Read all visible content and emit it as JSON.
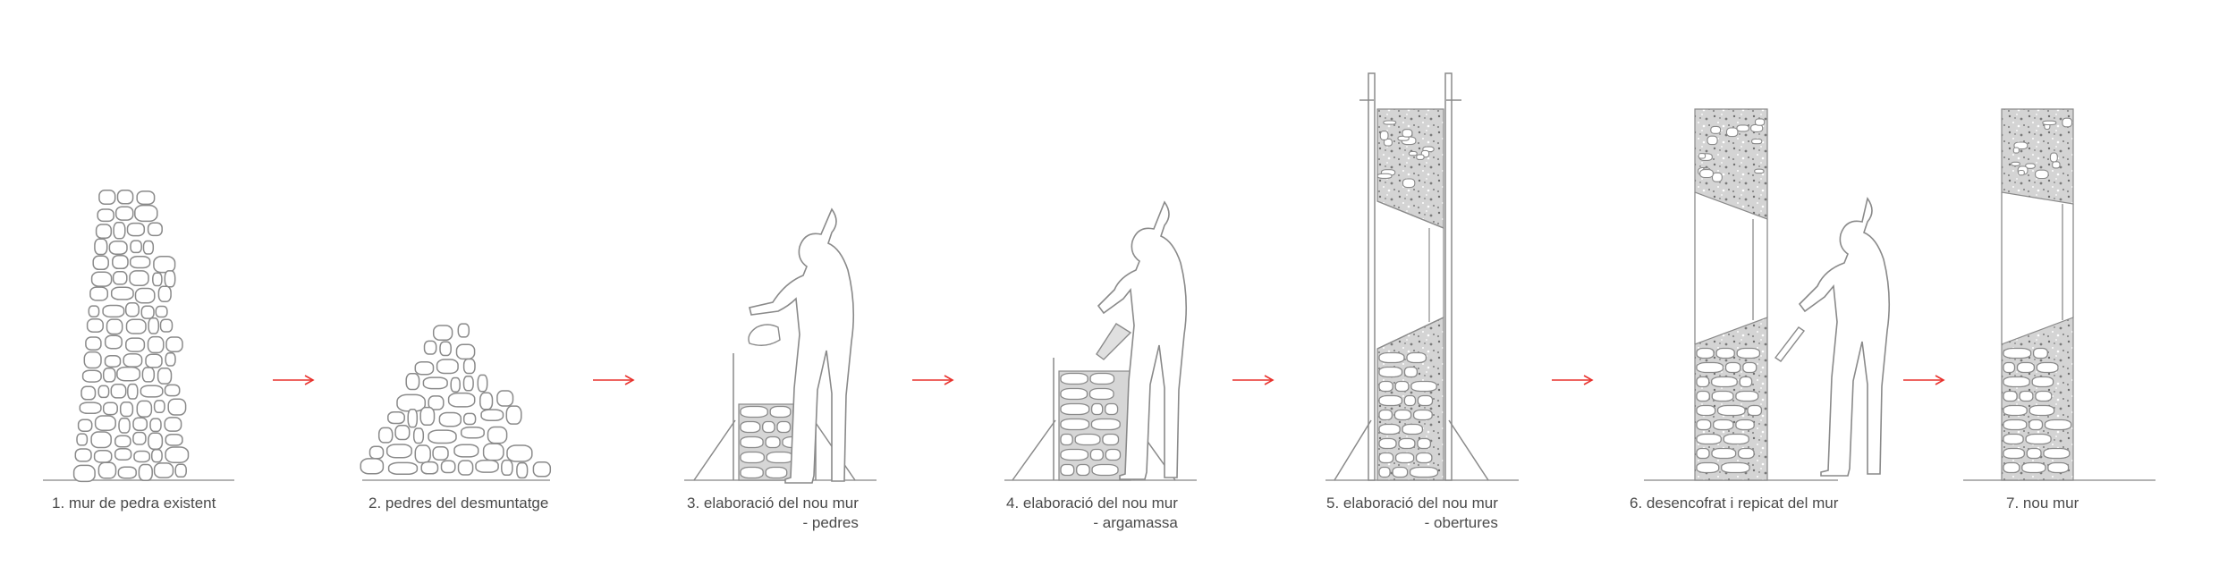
{
  "steps": [
    {
      "number": "1.",
      "label": "mur de pedra existent",
      "sub": ""
    },
    {
      "number": "2.",
      "label": "pedres del desmuntatge",
      "sub": ""
    },
    {
      "number": "3.",
      "label": "elaboració del nou mur",
      "sub": "- pedres"
    },
    {
      "number": "4.",
      "label": "elaboració del nou mur",
      "sub": "- argamassa"
    },
    {
      "number": "5.",
      "label": "elaboració del nou mur",
      "sub": "- obertures"
    },
    {
      "number": "6.",
      "label": "desencofrat i repicat del mur",
      "sub": ""
    },
    {
      "number": "7.",
      "label": "nou mur",
      "sub": ""
    }
  ],
  "colors": {
    "line": "#8a8a8a",
    "arrow": "#e8322d",
    "text": "#4a4a4a",
    "concrete": "#d9d9d9",
    "ground": "#9a9a9a"
  }
}
